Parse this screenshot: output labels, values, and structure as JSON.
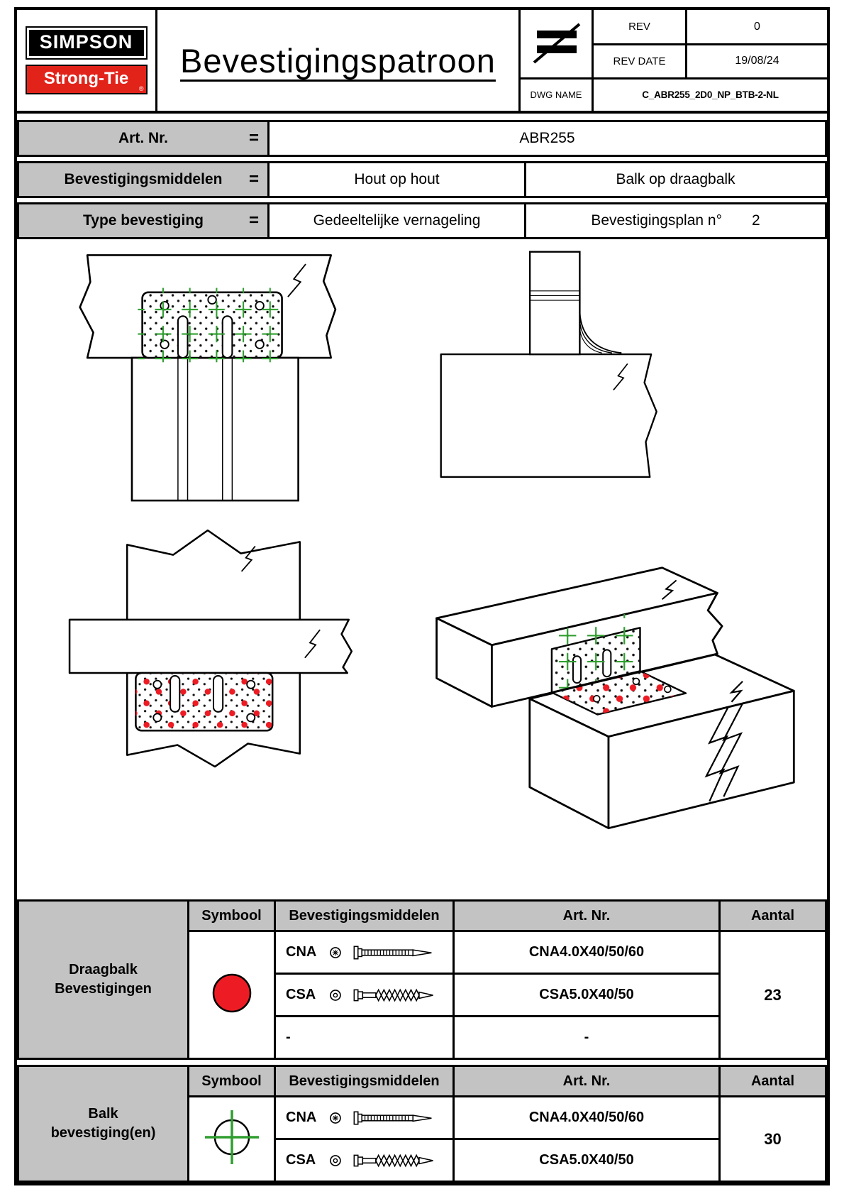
{
  "colors": {
    "brand_red": "#e2231a",
    "marker_green": "#2f9e2f",
    "marker_red": "#ed1c24",
    "cell_gray": "#c3c3c3"
  },
  "header": {
    "logo_simpson": "SIMPSON",
    "logo_strongtie": "Strong-Tie",
    "logo_reg": "®",
    "title": "Bevestigingspatroon",
    "not_to_scale_icon": "not-to-scale-symbol",
    "rev_label": "REV",
    "rev_value": "0",
    "rev_date_label": "REV DATE",
    "rev_date_value": "19/08/24",
    "dwg_label": "DWG NAME",
    "dwg_value": "C_ABR255_2D0_NP_BTB-2-NL"
  },
  "info": {
    "art_label": "Art. Nr.",
    "art_eq": "=",
    "art_value": "ABR255",
    "fast_label": "Bevestigingsmiddelen",
    "fast_eq": "=",
    "fast_value1": "Hout op hout",
    "fast_value2": "Balk op draagbalk",
    "type_label": "Type bevestiging",
    "type_eq": "=",
    "type_value1": "Gedeeltelijke vernageling",
    "type_plan_label": "Bevestigingsplan n°",
    "type_plan_value": "2"
  },
  "symbols": {
    "draagbalk": "red-filled-circle",
    "balk": "green-crosshair-circle"
  },
  "fastener_tables": [
    {
      "group": "Draagbalk Bevestigingen",
      "headers": {
        "symbool": "Symbool",
        "middelen": "Bevestigingsmiddelen",
        "art": "Art. Nr.",
        "aantal": "Aantal"
      },
      "symbol": "red-filled-circle",
      "rows": [
        {
          "name": "CNA",
          "art": "CNA4.0X40/50/60"
        },
        {
          "name": "CSA",
          "art": "CSA5.0X40/50"
        },
        {
          "name": "-",
          "art": "-"
        }
      ],
      "qty": "23"
    },
    {
      "group": "Balk bevestiging(en)",
      "headers": {
        "symbool": "Symbool",
        "middelen": "Bevestigingsmiddelen",
        "art": "Art. Nr.",
        "aantal": "Aantal"
      },
      "symbol": "green-crosshair-circle",
      "rows": [
        {
          "name": "CNA",
          "art": "CNA4.0X40/50/60"
        },
        {
          "name": "CSA",
          "art": "CSA5.0X40/50"
        }
      ],
      "qty": "30"
    }
  ]
}
